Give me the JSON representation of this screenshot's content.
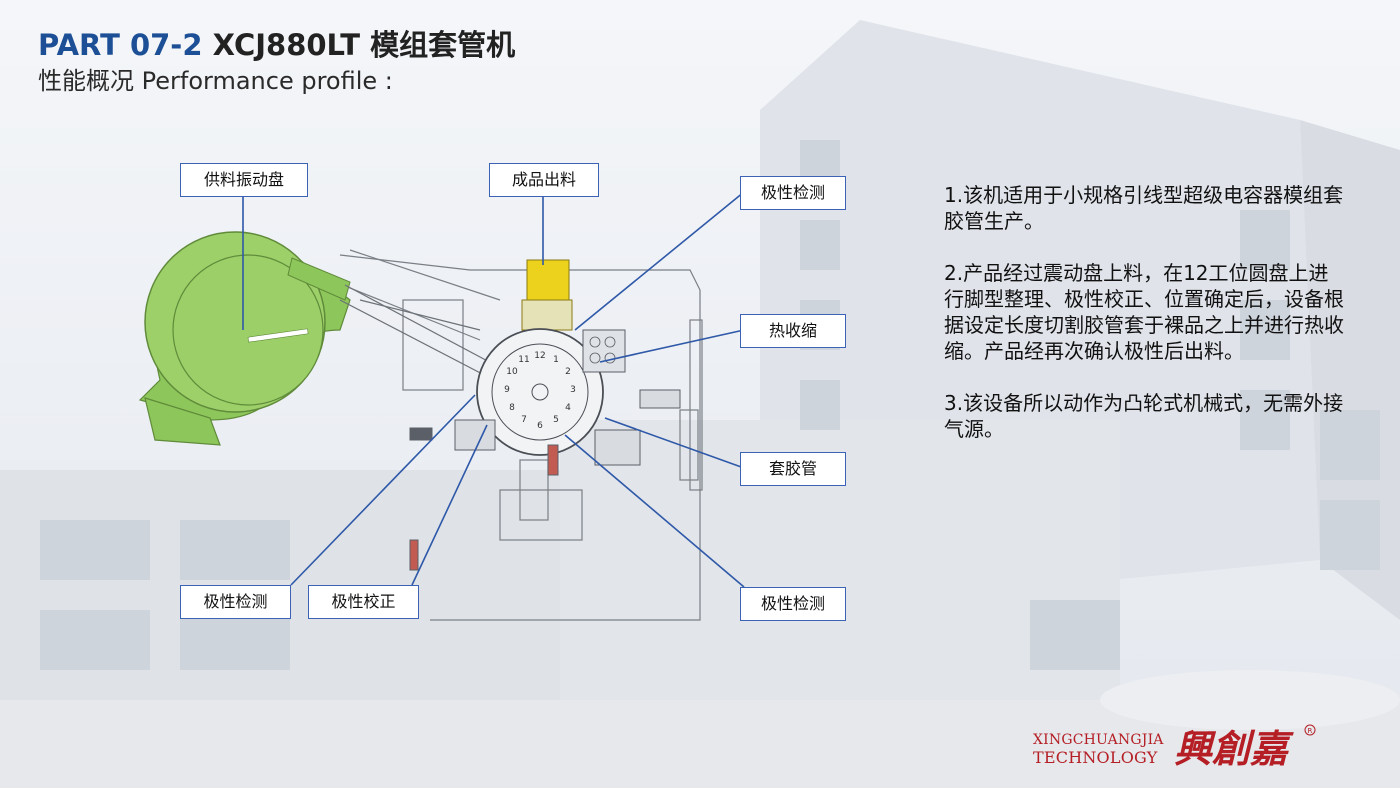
{
  "header": {
    "part": "PART 07-2",
    "model": "XCJ880LT 模组套管机",
    "subtitle": "性能概况 Performance profile :"
  },
  "callouts": {
    "feeder": "供料振动盘",
    "output": "成品出料",
    "polarity_top": "极性检测",
    "heat_shrink": "热收缩",
    "sleeve": "套胶管",
    "polarity_bottom_left": "极性检测",
    "polarity_correct": "极性校正",
    "polarity_bottom_right": "极性检测"
  },
  "description": {
    "p1": "1.该机适用于小规格引线型超级电容器模组套胶管生产。",
    "p2": "2.产品经过震动盘上料，在12工位圆盘上进行脚型整理、极性校正、位置确定后，设备根据设定长度切割胶管套于裸品之上并进行热收缩。产品经再次确认极性后出料。",
    "p3": "3.该设备所以动作为凸轮式机械式，无需外接气源。"
  },
  "footer": {
    "company_line1": "XINGCHUANGJIA",
    "company_line2": "TECHNOLOGY",
    "logo_text": "興創嘉"
  },
  "colors": {
    "title_accent": "#1d4f96",
    "callout_border": "#3b62b4",
    "connector_line": "#2e58a8",
    "bowl_green": "#8dc65a",
    "brand_red": "#b41e24",
    "output_yellow": "#ecd21c"
  }
}
